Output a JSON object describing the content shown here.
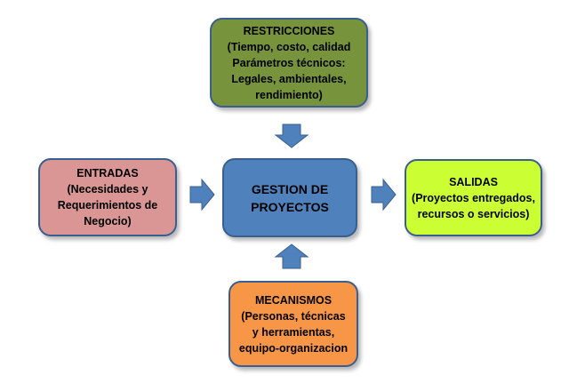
{
  "diagram": {
    "nodes": {
      "restricciones": {
        "lines": [
          "RESTRICCIONES",
          "(Tiempo, costo, calidad",
          "Parámetros técnicos:",
          "Legales, ambientales,",
          "rendimiento)"
        ],
        "fill": "#77933c"
      },
      "entradas": {
        "lines": [
          "ENTRADAS",
          "(Necesidades y",
          "Requerimientos de",
          "Negocio)"
        ],
        "fill": "#d99694"
      },
      "gestion": {
        "lines": [
          "GESTION DE",
          "PROYECTOS"
        ],
        "fill": "#4f81bd"
      },
      "salidas": {
        "lines": [
          "SALIDAS",
          "(Proyectos  entregados,",
          "recursos o servicios)"
        ],
        "fill": "#ccff33"
      },
      "mecanismos": {
        "lines": [
          "MECANISMOS",
          "(Personas, técnicas",
          "y herramientas,",
          "equipo-organizacion"
        ],
        "fill": "#f79646"
      }
    },
    "arrow_color": "#4f81bd",
    "edges": [
      {
        "from": "restricciones",
        "to": "gestion",
        "direction": "down"
      },
      {
        "from": "entradas",
        "to": "gestion",
        "direction": "right"
      },
      {
        "from": "gestion",
        "to": "salidas",
        "direction": "right"
      },
      {
        "from": "mecanismos",
        "to": "gestion",
        "direction": "up"
      }
    ]
  }
}
